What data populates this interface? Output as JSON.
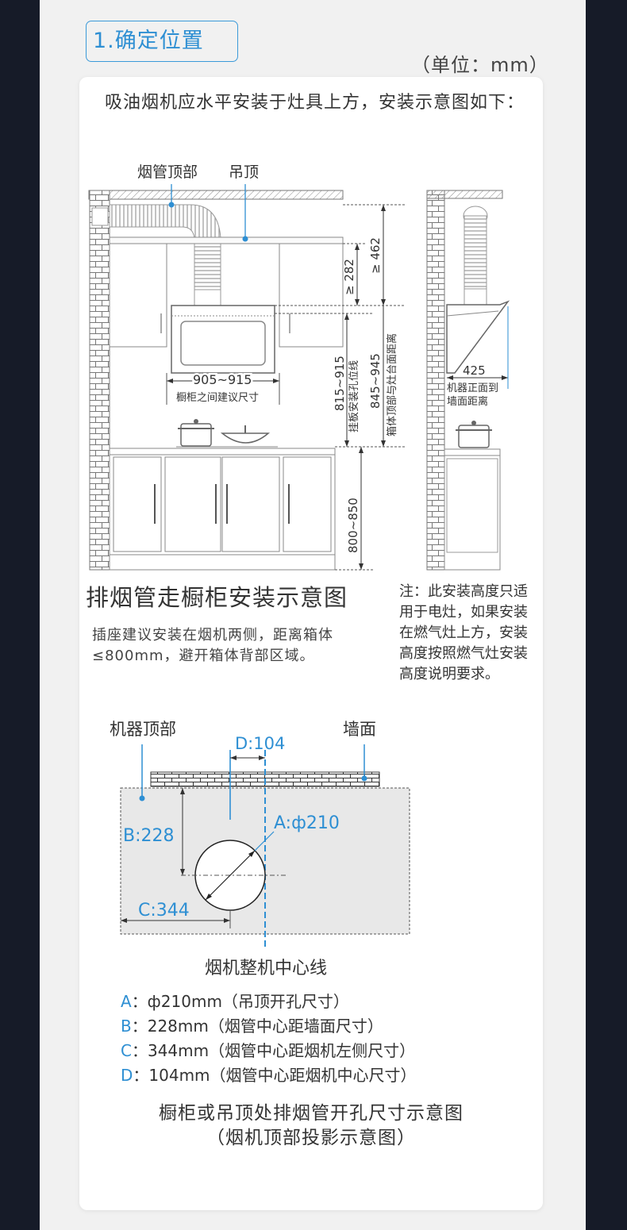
{
  "header": {
    "section_title": "1.确定位置",
    "unit": "（单位：mm）"
  },
  "intro": "吸油烟机应水平安装于灶具上方，安装示意图如下：",
  "front_diagram": {
    "label_duct_top": "烟管顶部",
    "label_ceiling": "吊顶",
    "dim_cabinet_width": "905~915",
    "dim_cabinet_width_caption": "橱柜之间建议尺寸",
    "dim_282": "≥ 282",
    "dim_462": "≥ 462",
    "dim_815_915": "815~915",
    "dim_815_915_caption": "挂板安装孔位线",
    "dim_845_945": "845~945",
    "dim_845_945_caption": "箱体顶部与灶台面距离",
    "dim_800_850": "800~850"
  },
  "side_diagram": {
    "dim_425": "425",
    "dim_425_caption_1": "机器正面到",
    "dim_425_caption_2": "墙面距离"
  },
  "diagram_title": "排烟管走橱柜安装示意图",
  "socket_note": "插座建议安装在烟机两侧，距离箱体≤800mm，避开箱体背部区域。",
  "side_note": "注：此安装高度只适用于电灶，如果安装在燃气灶上方，安装高度按照燃气灶安装高度说明要求。",
  "top_diagram": {
    "label_machine_top": "机器顶部",
    "label_wall": "墙面",
    "label_d": "D:104",
    "label_a": "A:ф210",
    "label_b": "B:228",
    "label_c": "C:344",
    "label_centerline": "烟机整机中心线"
  },
  "legend": [
    {
      "key": "A",
      "text": "：ф210mm（吊顶开孔尺寸）"
    },
    {
      "key": "B",
      "text": "：228mm（烟管中心距墙面尺寸）"
    },
    {
      "key": "C",
      "text": "：344mm（烟管中心距烟机左侧尺寸）"
    },
    {
      "key": "D",
      "text": "：104mm（烟管中心距烟机中心尺寸）"
    }
  ],
  "bottom_caption": {
    "line1": "橱柜或吊顶处排烟管开孔尺寸示意图",
    "line2": "（烟机顶部投影示意图）"
  },
  "colors": {
    "accent": "#2e8fd3",
    "background": "#161b28",
    "panel": "#f1f1f1",
    "card": "#ffffff"
  }
}
